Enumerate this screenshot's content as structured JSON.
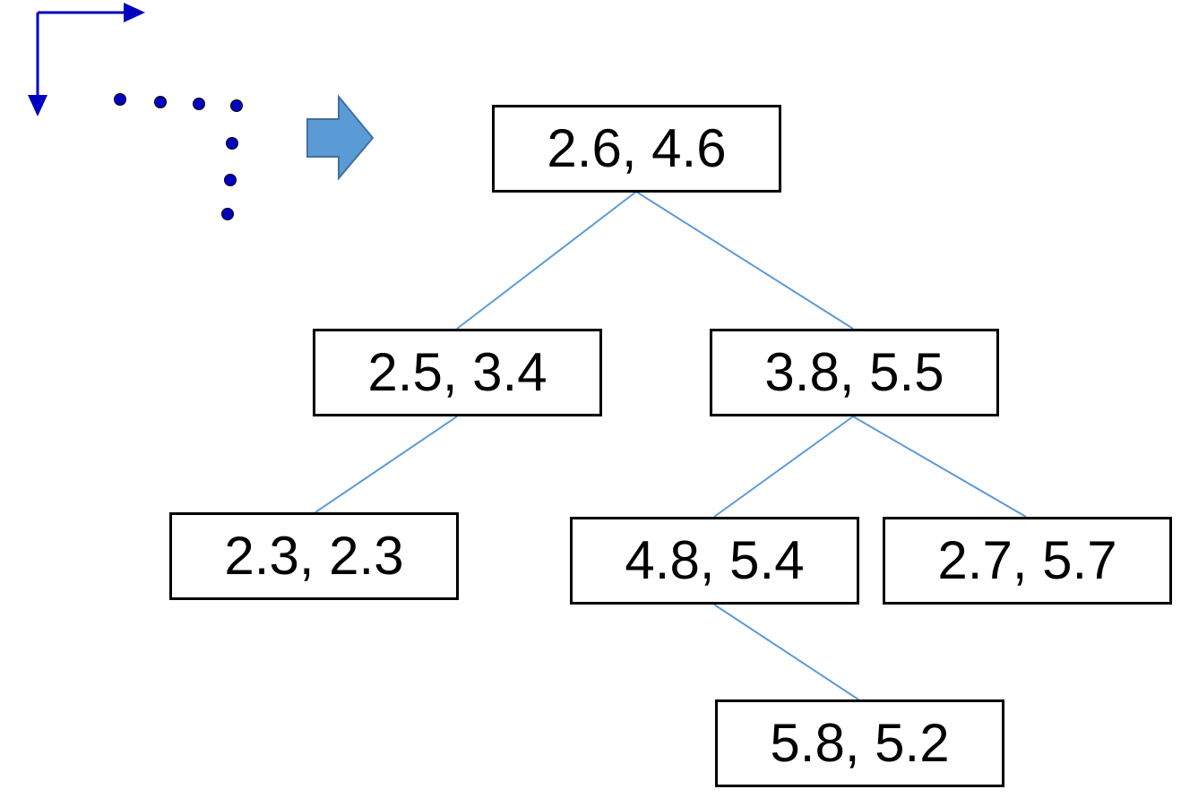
{
  "diagram": {
    "type": "kd-tree",
    "colors": {
      "node_border": "#000000",
      "node_text": "#000000",
      "edge": "#5b9bd5",
      "axis_arrows": "#0000c0",
      "points": "#0000c0",
      "block_arrow_fill": "#5b9bd5",
      "block_arrow_stroke": "#41719c"
    },
    "legend_icons": [
      "axis-arrows-icon",
      "dotted-path-icon",
      "right-block-arrow-icon"
    ],
    "nodes": [
      {
        "id": "n-root",
        "label": "2.6, 4.6",
        "children": [
          "n-left",
          "n-right"
        ]
      },
      {
        "id": "n-left",
        "label": "2.5, 3.4",
        "children": [
          "n-left-left"
        ]
      },
      {
        "id": "n-right",
        "label": "3.8, 5.5",
        "children": [
          "n-right-left",
          "n-right-right"
        ]
      },
      {
        "id": "n-left-left",
        "label": "2.3, 2.3",
        "children": []
      },
      {
        "id": "n-right-left",
        "label": "4.8, 5.4",
        "children": [
          "n-right-left-right"
        ]
      },
      {
        "id": "n-right-right",
        "label": "2.7, 5.7",
        "children": []
      },
      {
        "id": "n-right-left-right",
        "label": "5.8, 5.2",
        "children": []
      }
    ]
  }
}
